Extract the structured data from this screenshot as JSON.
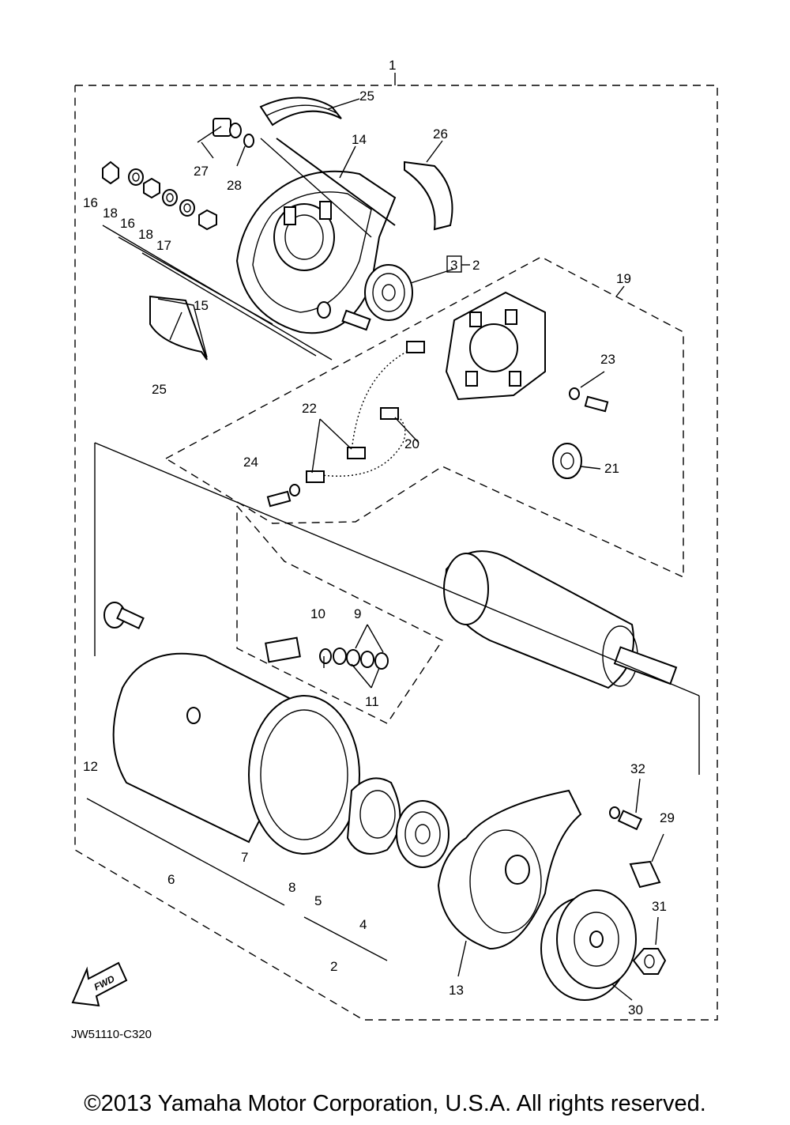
{
  "diagram": {
    "callouts": {
      "c1": "1",
      "c2a": "2",
      "c2b": "2",
      "c3": "3",
      "c4": "4",
      "c5": "5",
      "c6": "6",
      "c7": "7",
      "c8": "8",
      "c9": "9",
      "c10": "10",
      "c11": "11",
      "c12": "12",
      "c13": "13",
      "c14": "14",
      "c15": "15",
      "c16a": "16",
      "c16b": "16",
      "c17": "17",
      "c18a": "18",
      "c18b": "18",
      "c19": "19",
      "c20": "20",
      "c21": "21",
      "c22": "22",
      "c23": "23",
      "c24": "24",
      "c25a": "25",
      "c25b": "25",
      "c26": "26",
      "c27": "27",
      "c28": "28",
      "c29": "29",
      "c30": "30",
      "c31": "31",
      "c32": "32"
    },
    "fwd_label": "FWD",
    "diagram_code": "JW51110-C320"
  },
  "footer": {
    "copyright": "©2013 Yamaha Motor Corporation, U.S.A. All rights reserved."
  }
}
